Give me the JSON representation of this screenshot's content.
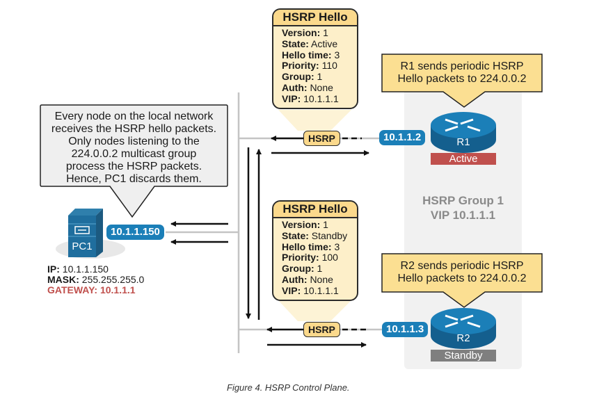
{
  "figure": {
    "caption": "Figure 4. HSRP Control Plane."
  },
  "colors": {
    "device_blue": "#1b7fb8",
    "active_red": "#c0504d",
    "standby_gray": "#7f7f7f",
    "callout_yellow": "#fbdf92",
    "hello_body": "#fdefc9",
    "gateway_red": "#c0504d",
    "group_bg": "#f1f1f1"
  },
  "pc_callout": {
    "lines": [
      "Every node on the local network",
      "receives the HSRP hello packets.",
      "Only nodes listening to the",
      "224.0.0.2 multicast group",
      "process the HSRP packets.",
      "Hence, PC1 discards them."
    ]
  },
  "pc1": {
    "name": "PC1",
    "interface_ip": "10.1.1.150",
    "ip_label": "IP:",
    "ip_value": "10.1.1.150",
    "mask_label": "MASK:",
    "mask_value": "255.255.255.0",
    "gateway_label": "GATEWAY:",
    "gateway_value": "10.1.1.1"
  },
  "hello_r1": {
    "title": "HSRP Hello",
    "fields": [
      {
        "label": "Version:",
        "value": "1"
      },
      {
        "label": "State:",
        "value": "Active"
      },
      {
        "label": "Hello time:",
        "value": "3"
      },
      {
        "label": "Priority:",
        "value": "110"
      },
      {
        "label": "Group:",
        "value": "1"
      },
      {
        "label": "Auth:",
        "value": "None"
      },
      {
        "label": "VIP:",
        "value": "10.1.1.1"
      }
    ],
    "packet_label": "HSRP"
  },
  "hello_r2": {
    "title": "HSRP Hello",
    "fields": [
      {
        "label": "Version:",
        "value": "1"
      },
      {
        "label": "State:",
        "value": "Standby"
      },
      {
        "label": "Hello time:",
        "value": "3"
      },
      {
        "label": "Priority:",
        "value": "100"
      },
      {
        "label": "Group:",
        "value": "1"
      },
      {
        "label": "Auth:",
        "value": "None"
      },
      {
        "label": "VIP:",
        "value": "10.1.1.1"
      }
    ],
    "packet_label": "HSRP"
  },
  "r1": {
    "name": "R1",
    "interface_ip": "10.1.1.2",
    "status": "Active",
    "callout_lines": [
      "R1 sends periodic HSRP",
      "Hello packets to 224.0.0.2"
    ]
  },
  "r2": {
    "name": "R2",
    "interface_ip": "10.1.1.3",
    "status": "Standby",
    "callout_lines": [
      "R2 sends periodic HSRP",
      "Hello packets to 224.0.0.2"
    ]
  },
  "group": {
    "line1": "HSRP Group 1",
    "line2": "VIP 10.1.1.1"
  }
}
